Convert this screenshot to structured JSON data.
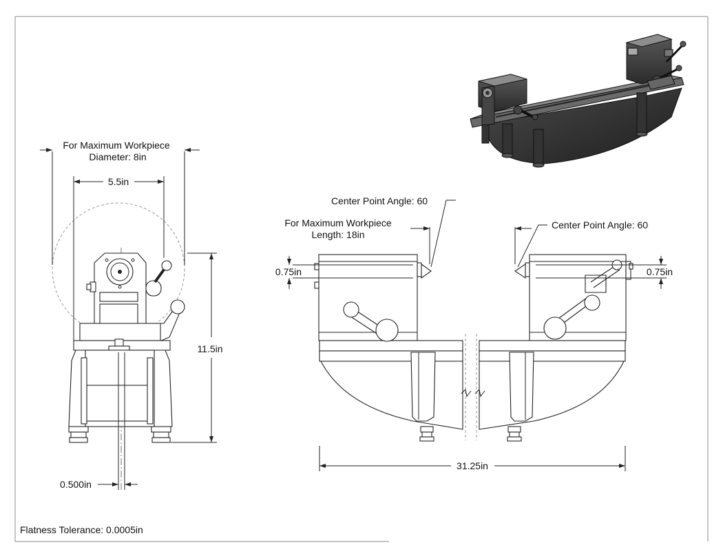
{
  "views": {
    "side": {
      "diameter_label_line1": "For Maximum Workpiece",
      "diameter_label_line2": "Diameter: 8in",
      "width_label": "5.5in",
      "height_label": "11.5in",
      "offset_label": "0.500in"
    },
    "front": {
      "left_angle_label": "Center Point Angle: 60",
      "right_angle_label": "Center Point Angle: 60",
      "length_label_line1": "For Maximum Workpiece",
      "length_label_line2": "Length: 18in",
      "left_height_label": "0.75in",
      "right_height_label": "0.75in",
      "overall_length_label": "31.25in"
    }
  },
  "notes": {
    "flatness": "Flatness Tolerance: 0.0005in"
  }
}
